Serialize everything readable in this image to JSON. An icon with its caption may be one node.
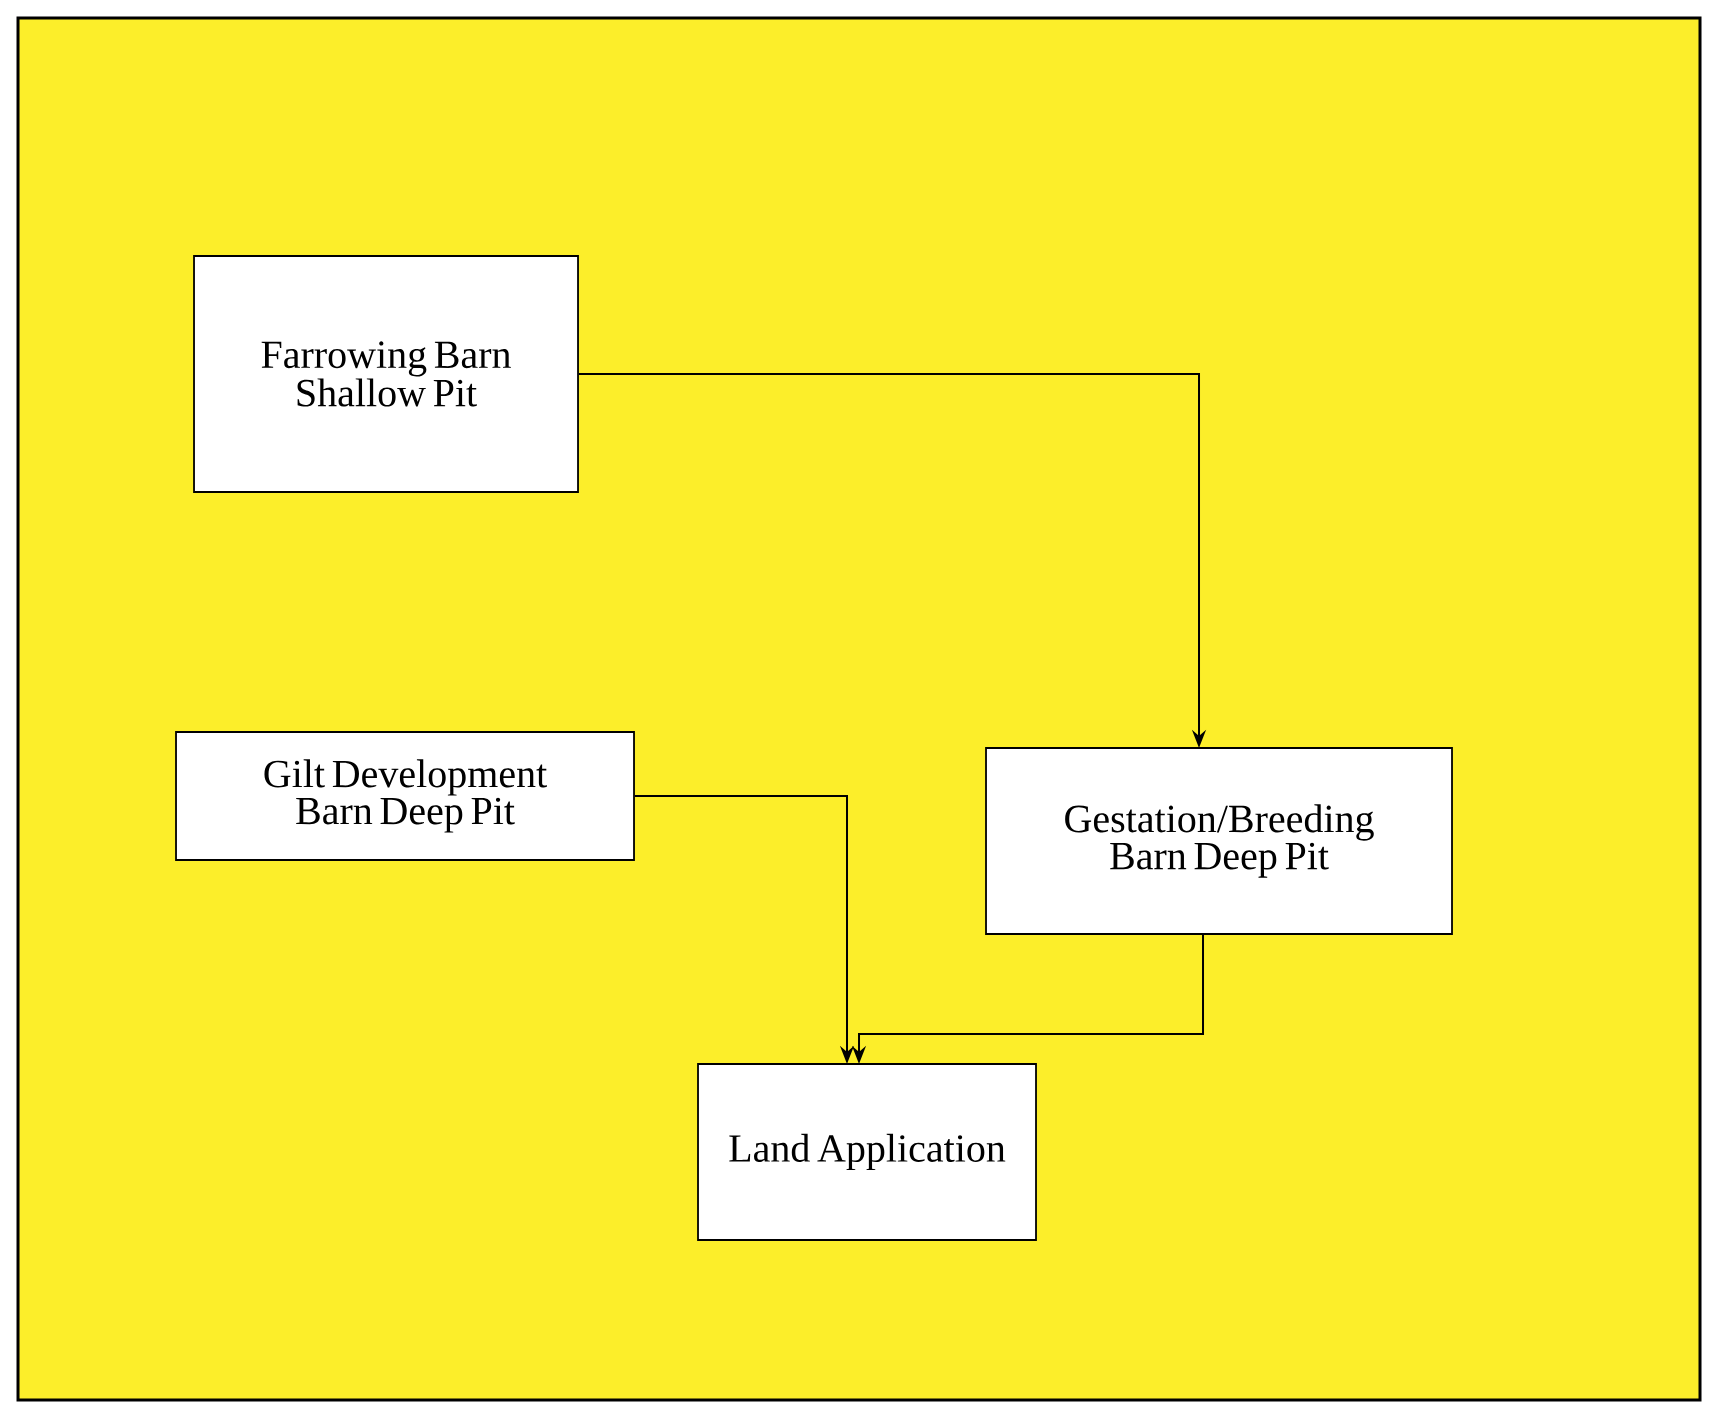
{
  "diagram": {
    "nodes": [
      {
        "text": [
          "Farrowing Barn Shallow Pit"
        ]
      },
      {
        "text": [
          "Gilt Development Barn Deep Pit"
        ]
      },
      {
        "text": [
          "Gestation/Breeding Barn Deep Pit"
        ]
      },
      {
        "text": [
          "Land Application"
        ]
      }
    ],
    "edges": [
      {
        "from": 0,
        "to": 2,
        "arrow": "to"
      },
      {
        "from": 1,
        "to": 3,
        "arrow": "to"
      },
      {
        "from": 2,
        "to": 3,
        "arrow": "to"
      }
    ]
  }
}
